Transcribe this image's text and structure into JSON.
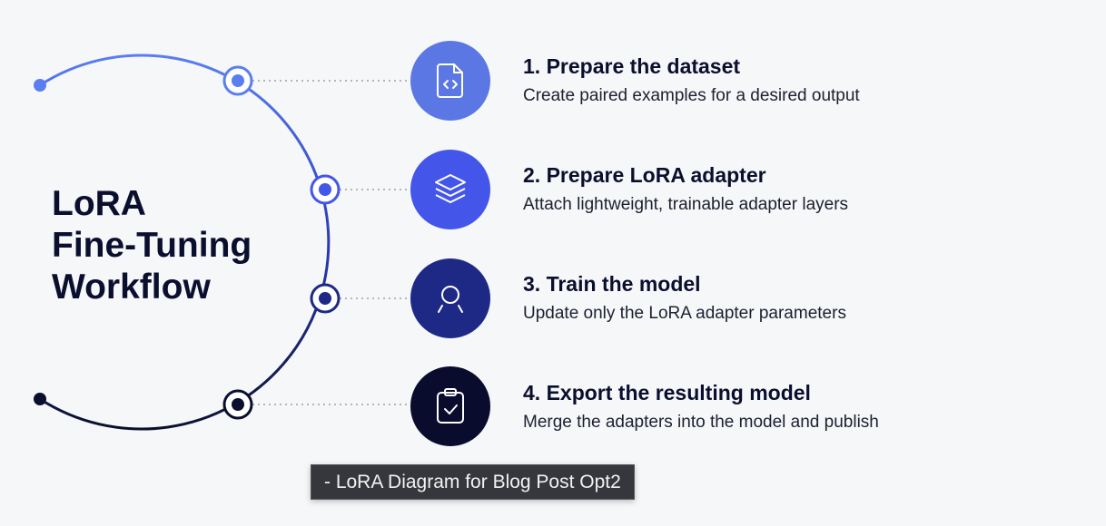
{
  "title_lines": [
    "LoRA",
    "Fine-Tuning",
    "Workflow"
  ],
  "steps": [
    {
      "title": "1. Prepare the dataset",
      "desc": "Create paired examples for a desired output",
      "icon": "file-code-icon",
      "color": "#5b77e4"
    },
    {
      "title": "2.  Prepare LoRA adapter",
      "desc": "Attach lightweight, trainable adapter layers",
      "icon": "layers-icon",
      "color": "#4456ea"
    },
    {
      "title": "3. Train the model",
      "desc": "Update only the LoRA adapter parameters",
      "icon": "train-icon",
      "color": "#1e2986"
    },
    {
      "title": "4. Export the resulting model",
      "desc": "Merge the adapters into the model and publish",
      "icon": "clipboard-check-icon",
      "color": "#090c2c"
    }
  ],
  "tooltip": "- LoRA Diagram for Blog Post Opt2"
}
